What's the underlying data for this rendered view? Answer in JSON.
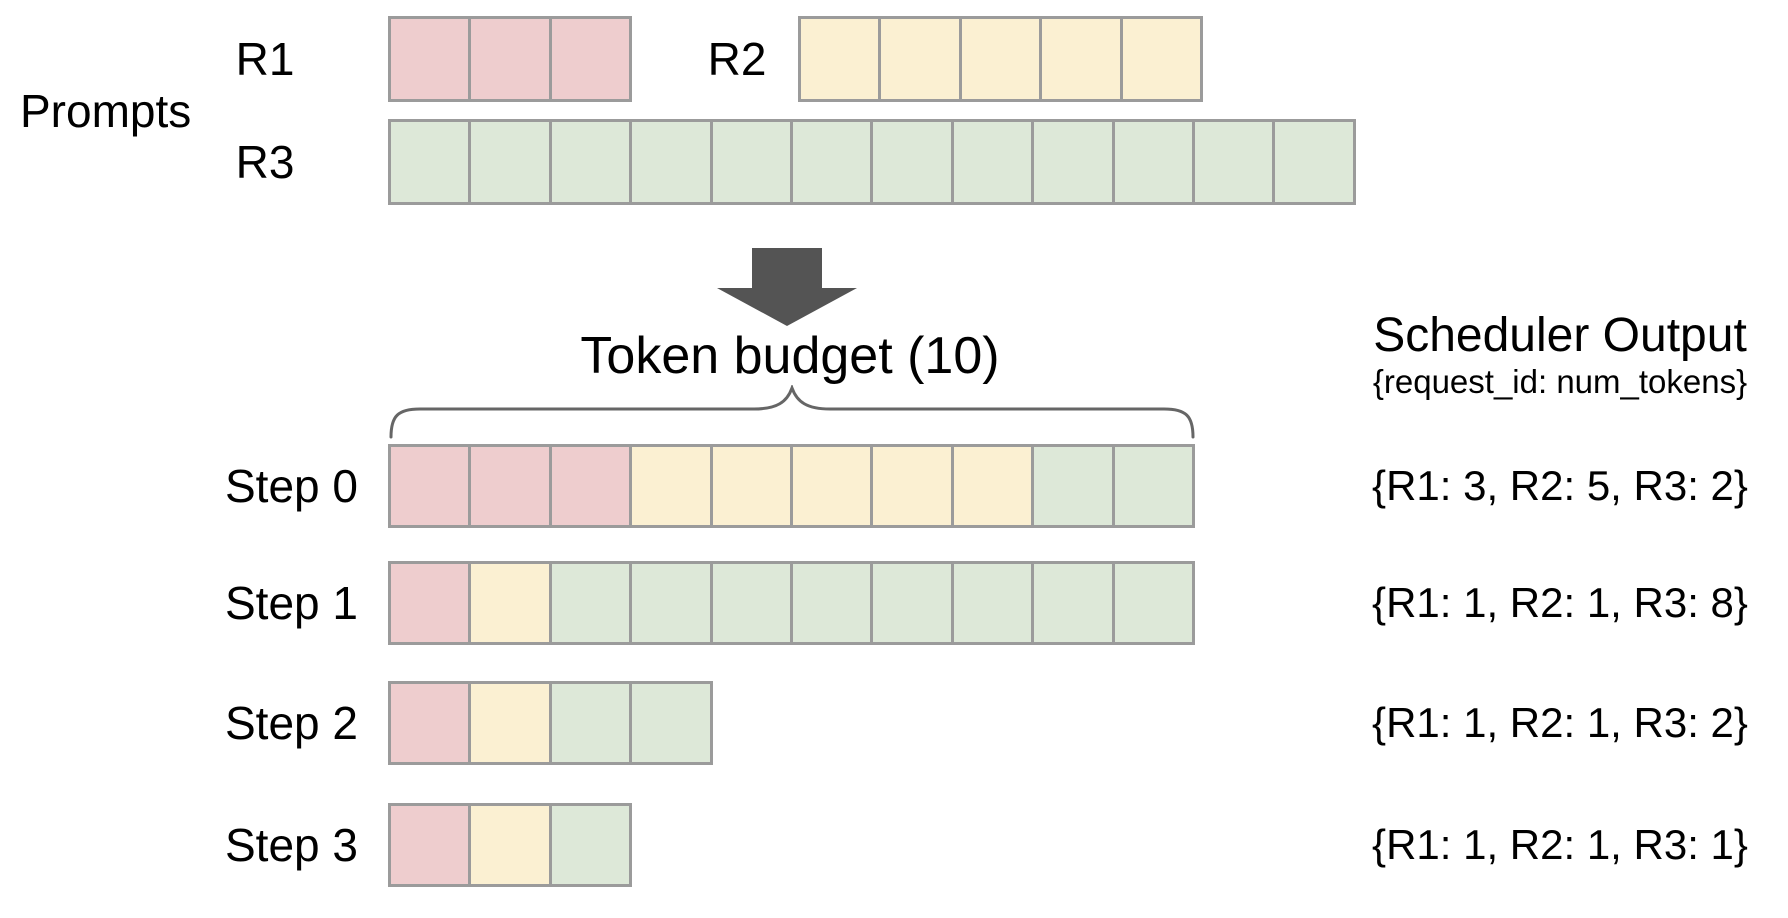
{
  "prompts": {
    "section_label": "Prompts",
    "rows": [
      {
        "id": "R1",
        "label": "R1",
        "tokens": 3
      },
      {
        "id": "R2",
        "label": "R2",
        "tokens": 5
      },
      {
        "id": "R3",
        "label": "R3",
        "tokens": 12
      }
    ]
  },
  "arrow": {
    "icon": "down-arrow",
    "color": "#545454"
  },
  "token_budget": {
    "label": "Token budget (10)",
    "value": 10
  },
  "scheduler_output": {
    "title": "Scheduler Output",
    "subtitle": "{request_id: num_tokens}"
  },
  "steps": [
    {
      "label": "Step 0",
      "allocation": [
        {
          "request": "R1",
          "num_tokens": 3
        },
        {
          "request": "R2",
          "num_tokens": 5
        },
        {
          "request": "R3",
          "num_tokens": 2
        }
      ],
      "output": "{R1: 3, R2: 5, R3: 2}"
    },
    {
      "label": "Step 1",
      "allocation": [
        {
          "request": "R1",
          "num_tokens": 1
        },
        {
          "request": "R2",
          "num_tokens": 1
        },
        {
          "request": "R3",
          "num_tokens": 8
        }
      ],
      "output": "{R1: 1, R2: 1, R3: 8}"
    },
    {
      "label": "Step 2",
      "allocation": [
        {
          "request": "R1",
          "num_tokens": 1
        },
        {
          "request": "R2",
          "num_tokens": 1
        },
        {
          "request": "R3",
          "num_tokens": 2
        }
      ],
      "output": "{R1: 1, R2: 1, R3: 2}"
    },
    {
      "label": "Step 3",
      "allocation": [
        {
          "request": "R1",
          "num_tokens": 1
        },
        {
          "request": "R2",
          "num_tokens": 1
        },
        {
          "request": "R3",
          "num_tokens": 1
        }
      ],
      "output": "{R1: 1, R2: 1, R3: 1}"
    }
  ],
  "colors": {
    "R1": "#eecdce",
    "R2": "#fbf0d2",
    "R3": "#dde8d8",
    "cell_border": "#9b9b9b",
    "arrow": "#545454",
    "brace": "#666666",
    "text": "#000000"
  }
}
